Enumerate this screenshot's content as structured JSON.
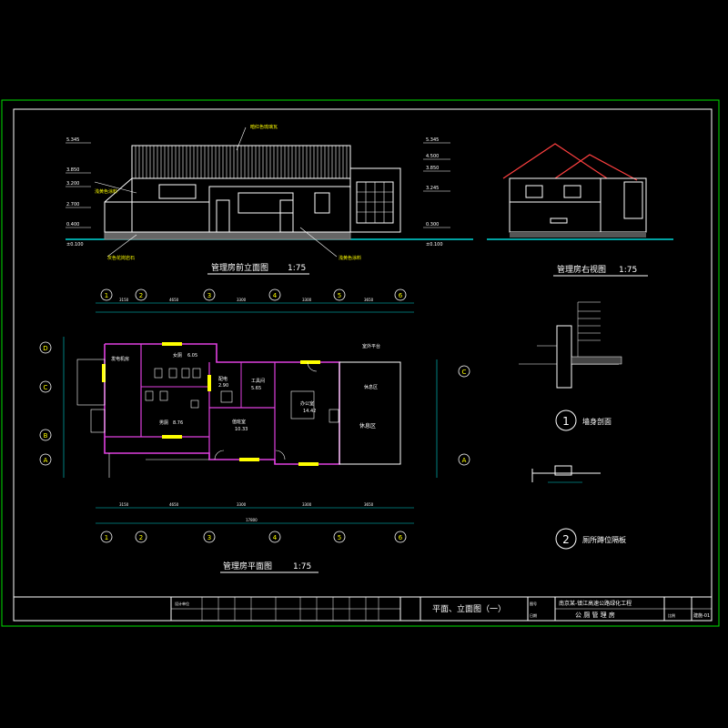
{
  "drawing": {
    "border_color": "#00e000",
    "line_colors": {
      "wall": "#ffffff",
      "accent": "#ffff00",
      "dimension": "#00d8d8",
      "partition": "#e040e0",
      "roof": "#ff4040"
    }
  },
  "front_elevation": {
    "title": "管理房前立面图",
    "scale": "1:75",
    "left_levels": [
      "5.345",
      "3.850",
      "3.200",
      "2.700",
      "0.400",
      "±0.100"
    ],
    "right_levels": [
      "5.345",
      "4.500",
      "3.850",
      "3.245",
      "0.300",
      "±0.100"
    ],
    "notes": [
      "暗红色琉璃瓦",
      "浅黄色涂料",
      "灰色花岗岩石",
      "浅黄色涂料"
    ]
  },
  "right_elevation": {
    "title": "管理房右视图",
    "scale": "1:75"
  },
  "plan": {
    "title": "管理房平面图",
    "scale": "1:75",
    "axes_top": [
      "1",
      "2",
      "3",
      "4",
      "5",
      "6"
    ],
    "axes_left": [
      "D",
      "C",
      "B",
      "A"
    ],
    "axes_right": [
      "C",
      "A"
    ],
    "dims_top_total": [
      "3150",
      "4650",
      "3300",
      "3300",
      "3650"
    ],
    "dims_bottom_total": "17800",
    "dims_bottom": [
      "3150",
      "4650",
      "3300",
      "3300",
      "3650"
    ],
    "rooms": [
      {
        "name": "发电机房",
        "area": ""
      },
      {
        "name": "女厕",
        "area": "6.05"
      },
      {
        "name": "男厕",
        "area": "8.76"
      },
      {
        "name": "配电",
        "area": "2.90"
      },
      {
        "name": "值班室",
        "area": "10.33"
      },
      {
        "name": "办公室",
        "area": "14.42"
      },
      {
        "name": "休息区",
        "area": ""
      },
      {
        "name": "工具间",
        "area": "5.65"
      }
    ],
    "notes": [
      "休息区",
      "室外平台"
    ]
  },
  "detail_1": {
    "number": "1",
    "title": "墙身剖面"
  },
  "detail_2": {
    "number": "2",
    "title": "厕所蹲位隔板"
  },
  "title_block": {
    "drawing_title": "平面、立面图（一）",
    "project": "南京某-镇江高速公路绿化工程",
    "subproject": "公 厕 管 理 房",
    "labels": [
      "设计单位",
      "图号",
      "日期",
      "比例"
    ],
    "sheet_no": "建施-01"
  }
}
